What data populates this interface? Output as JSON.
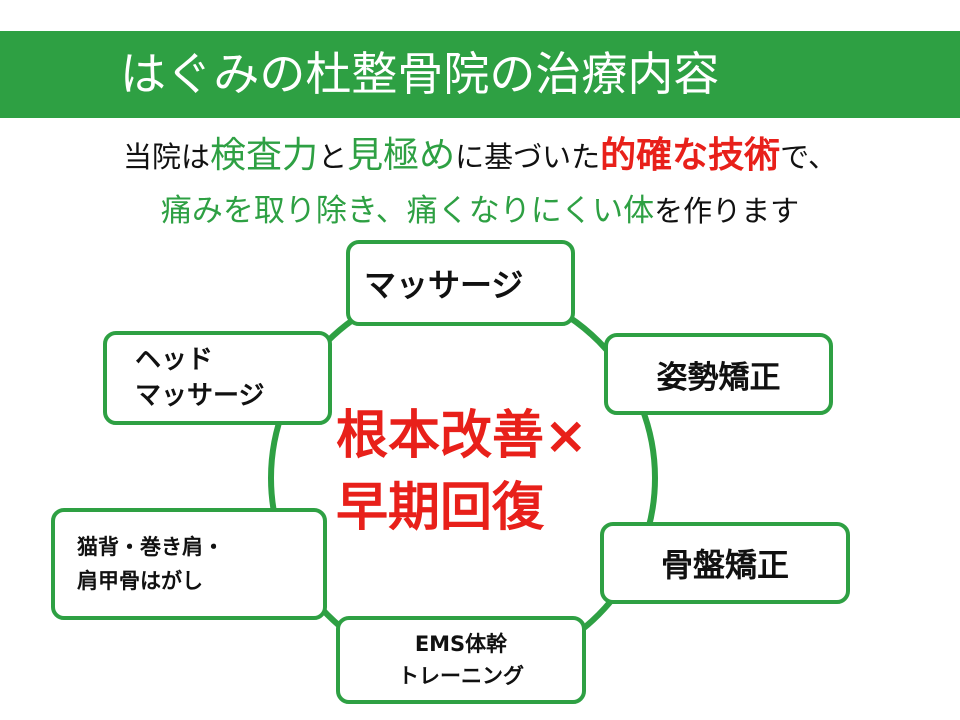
{
  "title": "はぐみの杜整骨院の治療内容",
  "subtitle": {
    "line1": [
      {
        "text": "当院は",
        "style": "plain"
      },
      {
        "text": "検査力",
        "style": "green"
      },
      {
        "text": "と",
        "style": "plain"
      },
      {
        "text": "見極め",
        "style": "green"
      },
      {
        "text": "に基づいた",
        "style": "plain"
      },
      {
        "text": "的確な技術",
        "style": "red"
      },
      {
        "text": "で、",
        "style": "plain"
      }
    ],
    "line2": [
      {
        "text": "痛みを取り除き、痛くなりにくい体",
        "style": "green"
      },
      {
        "text": "を作ります",
        "style": "plain"
      }
    ]
  },
  "center": {
    "line1": "根本改善×",
    "line2": "早期回復"
  },
  "items": {
    "massage": "マッサージ",
    "posture": "姿勢矯正",
    "head": "ヘッド\nマッサージ",
    "pelvis": "骨盤矯正",
    "cat": "猫背・巻き肩・\n肩甲骨はがし",
    "ems": "EMS体幹\nトレーニング"
  },
  "colors": {
    "green": "#2ea043",
    "red": "#e8201a",
    "text": "#111111"
  }
}
